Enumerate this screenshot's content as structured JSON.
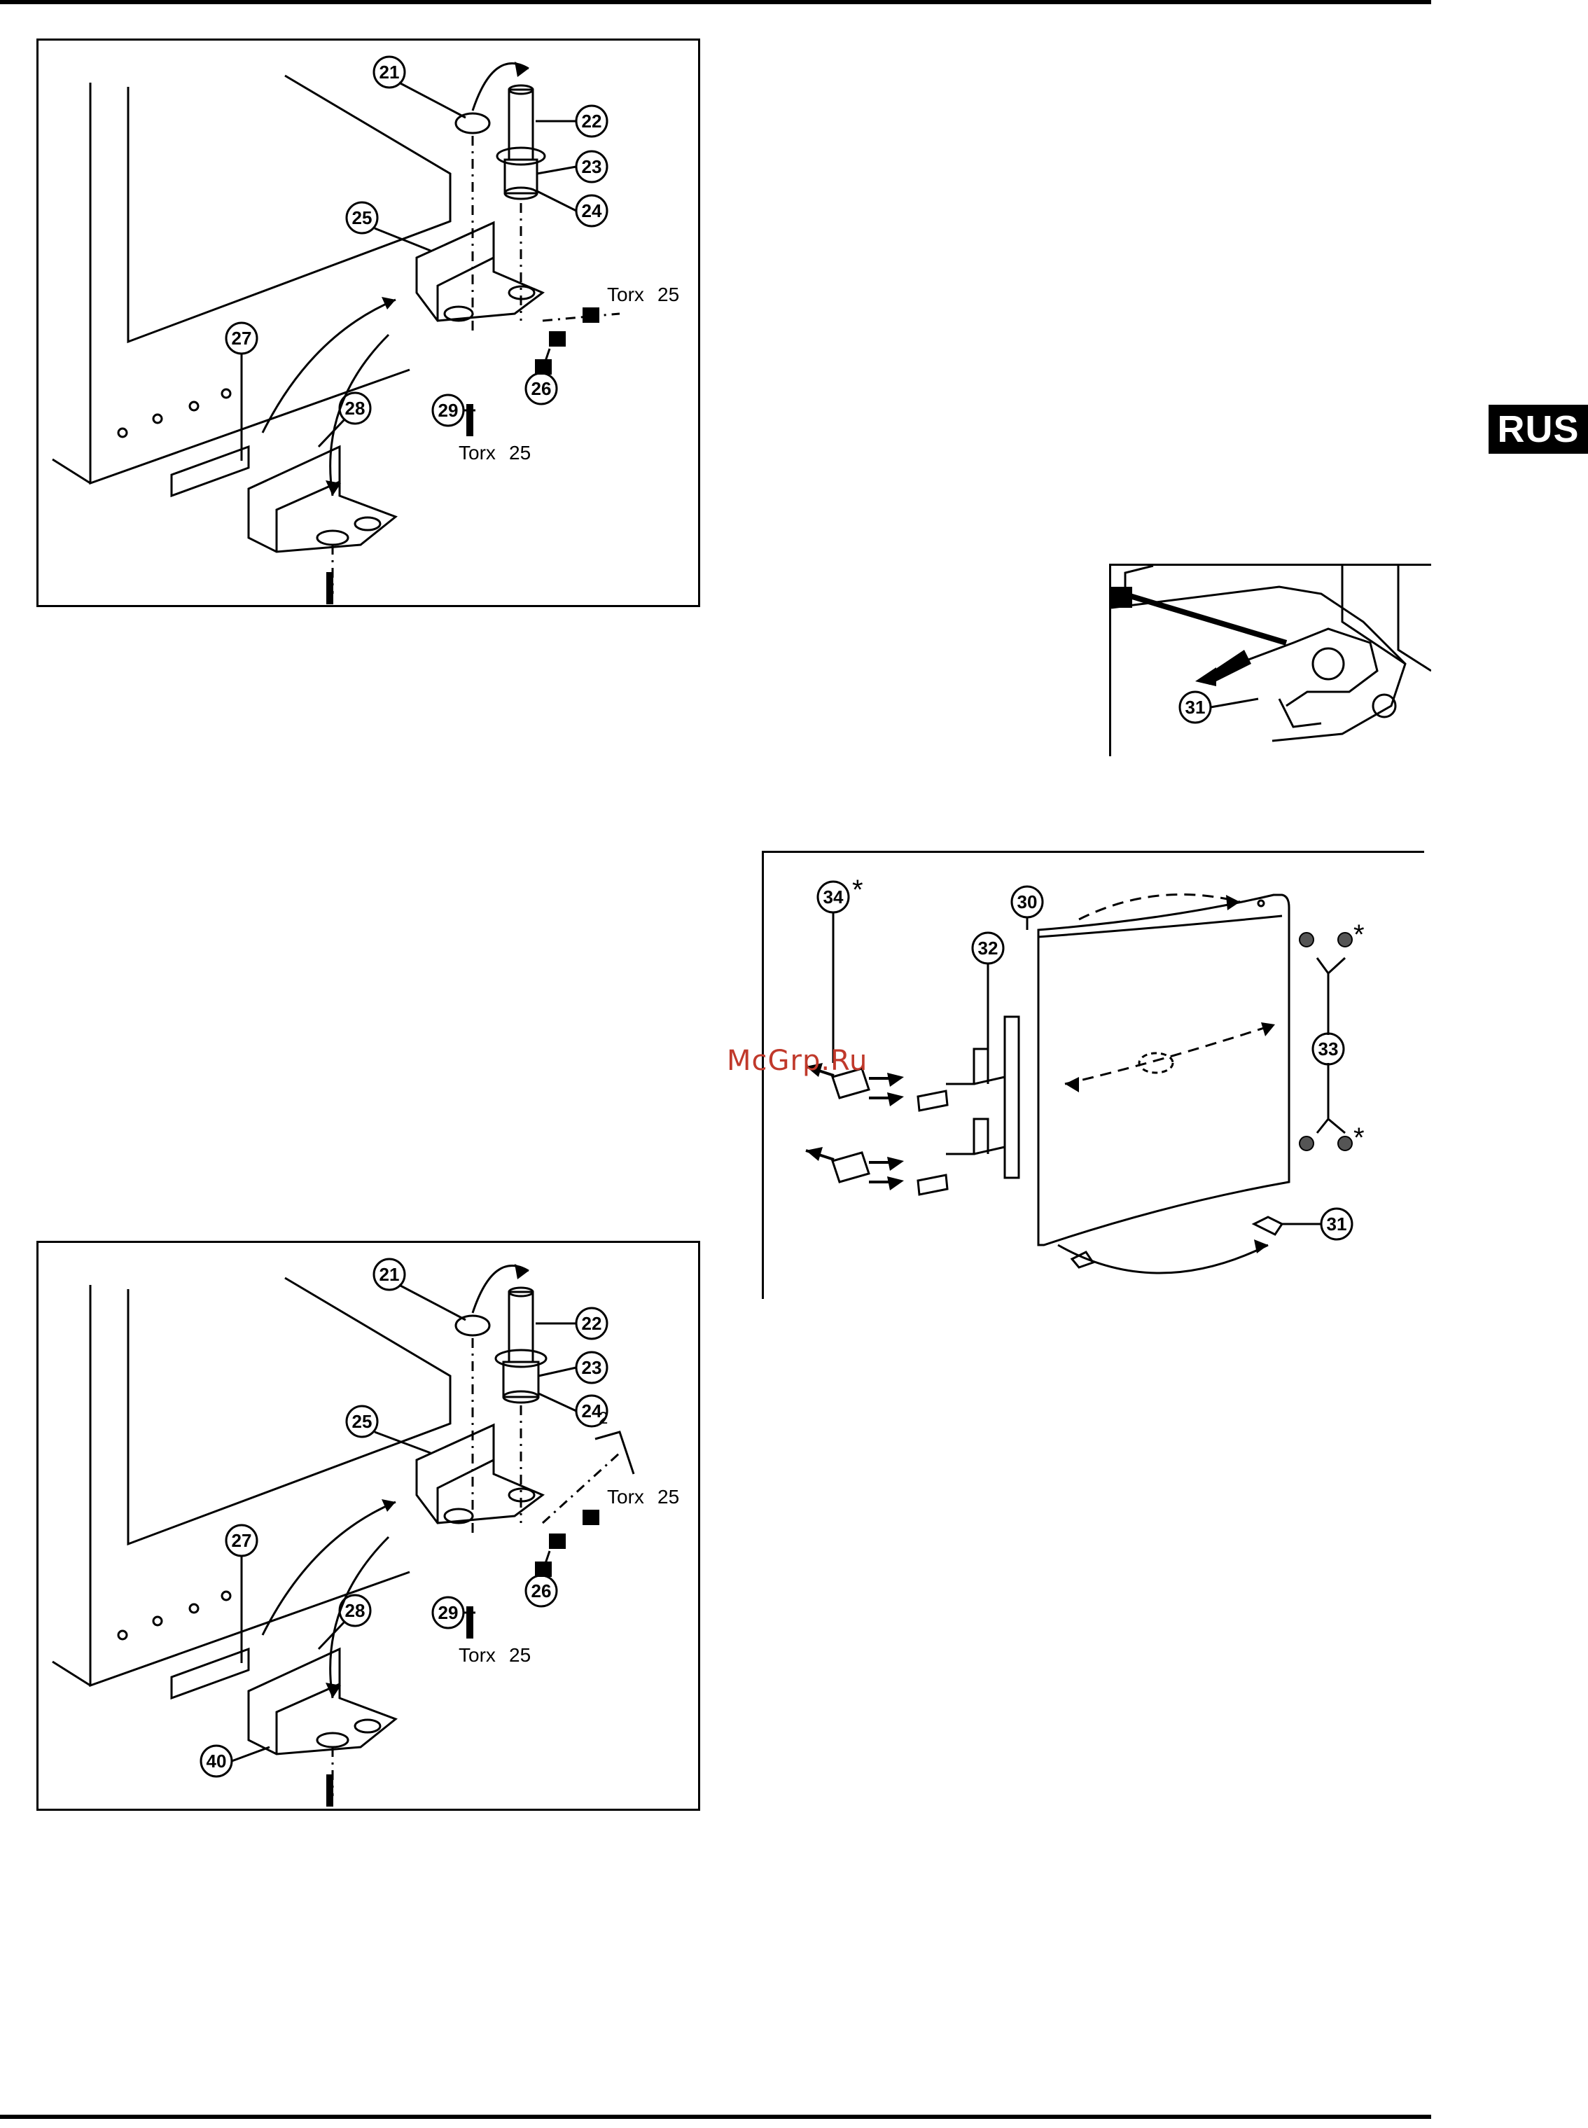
{
  "page": {
    "language_tab": "RUS",
    "watermark": "McGrp.Ru"
  },
  "figure_top_left": {
    "callouts": [
      "21",
      "22",
      "23",
      "24",
      "25",
      "26",
      "27",
      "28",
      "29"
    ],
    "torx_label_1": "Torx",
    "torx_size_1": "25",
    "torx_label_2": "Torx",
    "torx_size_2": "25"
  },
  "figure_bottom_left": {
    "callouts": [
      "21",
      "22",
      "23",
      "24",
      "25",
      "26",
      "27",
      "28",
      "29",
      "40"
    ],
    "torx_label_1": "Torx",
    "torx_size_1": "25",
    "torx_label_2": "Torx",
    "torx_size_2": "25",
    "count_label": "2"
  },
  "figure_right_small": {
    "callouts": [
      "31"
    ]
  },
  "figure_right_door": {
    "callouts": [
      "30",
      "31",
      "32",
      "33",
      "34"
    ],
    "asterisk": "*"
  },
  "colors": {
    "line": "#000000",
    "watermark": "#c0392b",
    "tab_bg": "#000000",
    "tab_text": "#ffffff"
  }
}
